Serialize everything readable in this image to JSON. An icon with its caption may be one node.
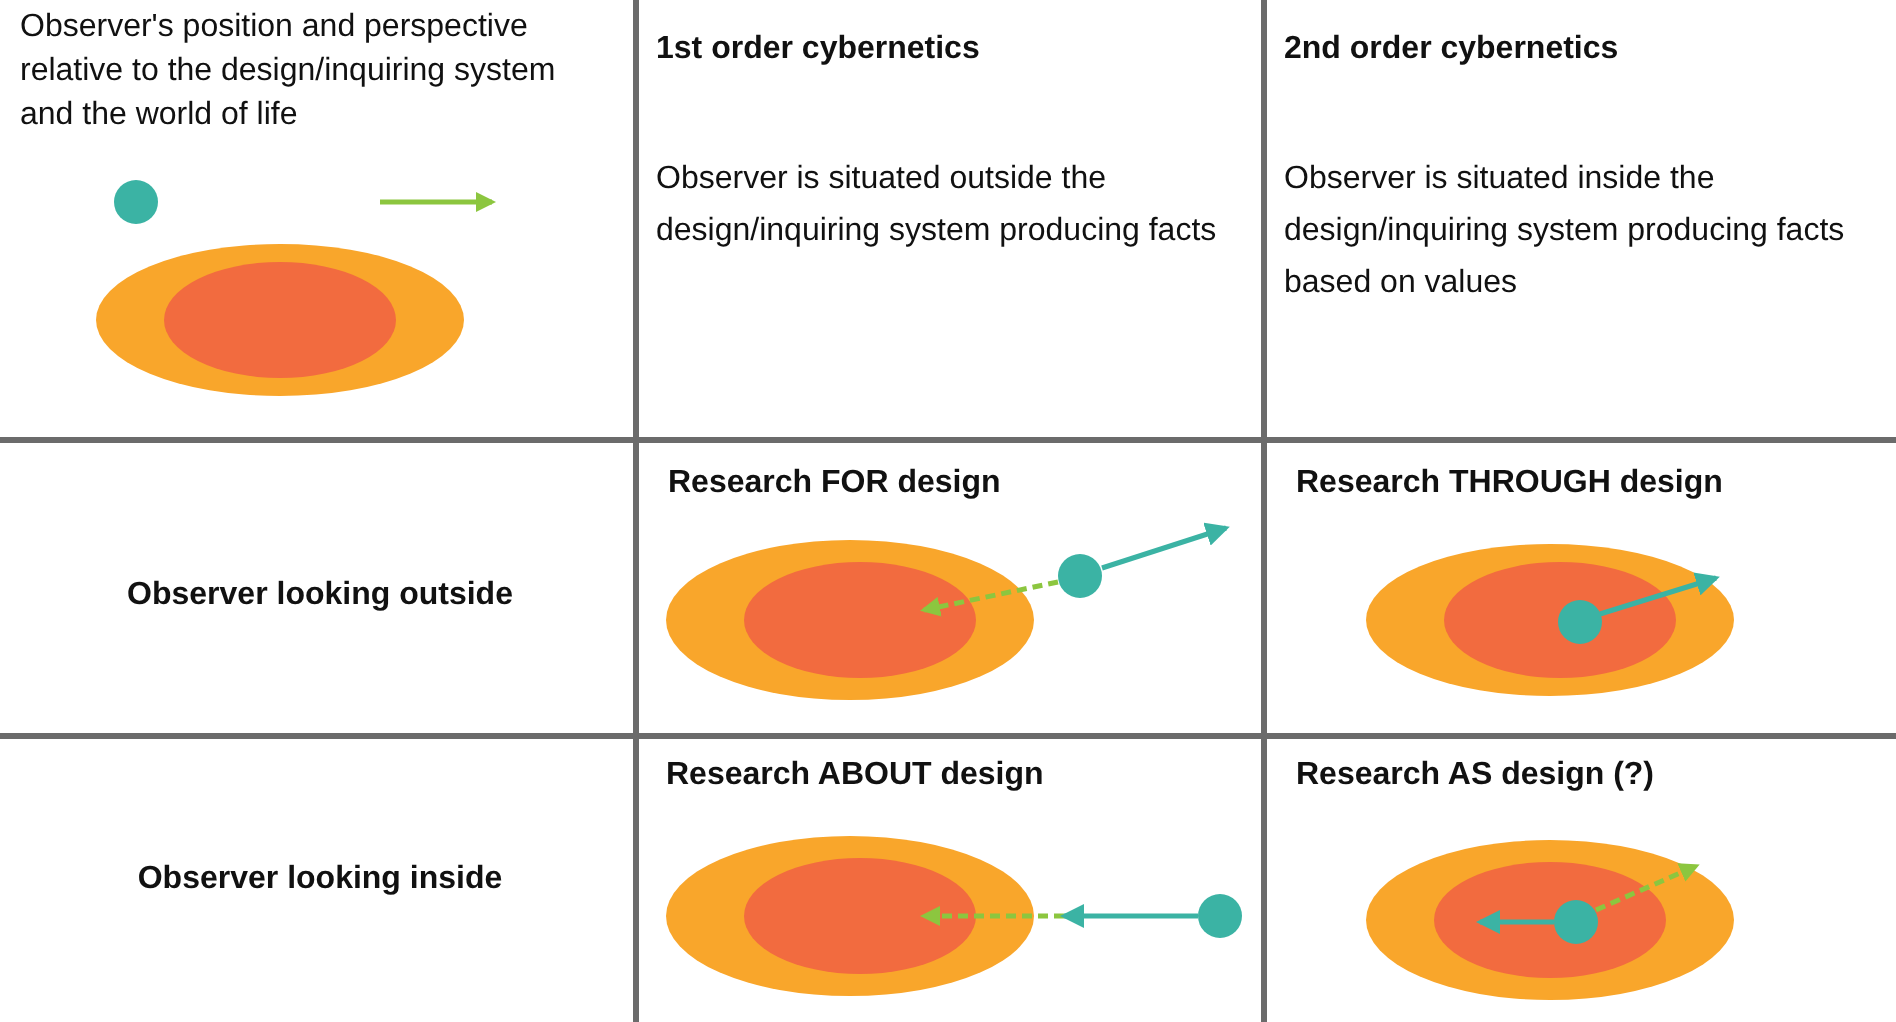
{
  "diagram": {
    "labels": [
      "Observer's position and perspective relative to the design/inquiring system and the world of life",
      "1st order cybernetics",
      "Observer is situated outside the design/inquiring system producing facts",
      "2nd order cybernetics",
      "Observer is situated inside the design/inquiring system producing facts based on values",
      "Observer looking outside",
      "Research FOR design",
      "Research THROUGH design",
      "Observer looking inside",
      "Research ABOUT design",
      "Research AS design (?)"
    ]
  }
}
